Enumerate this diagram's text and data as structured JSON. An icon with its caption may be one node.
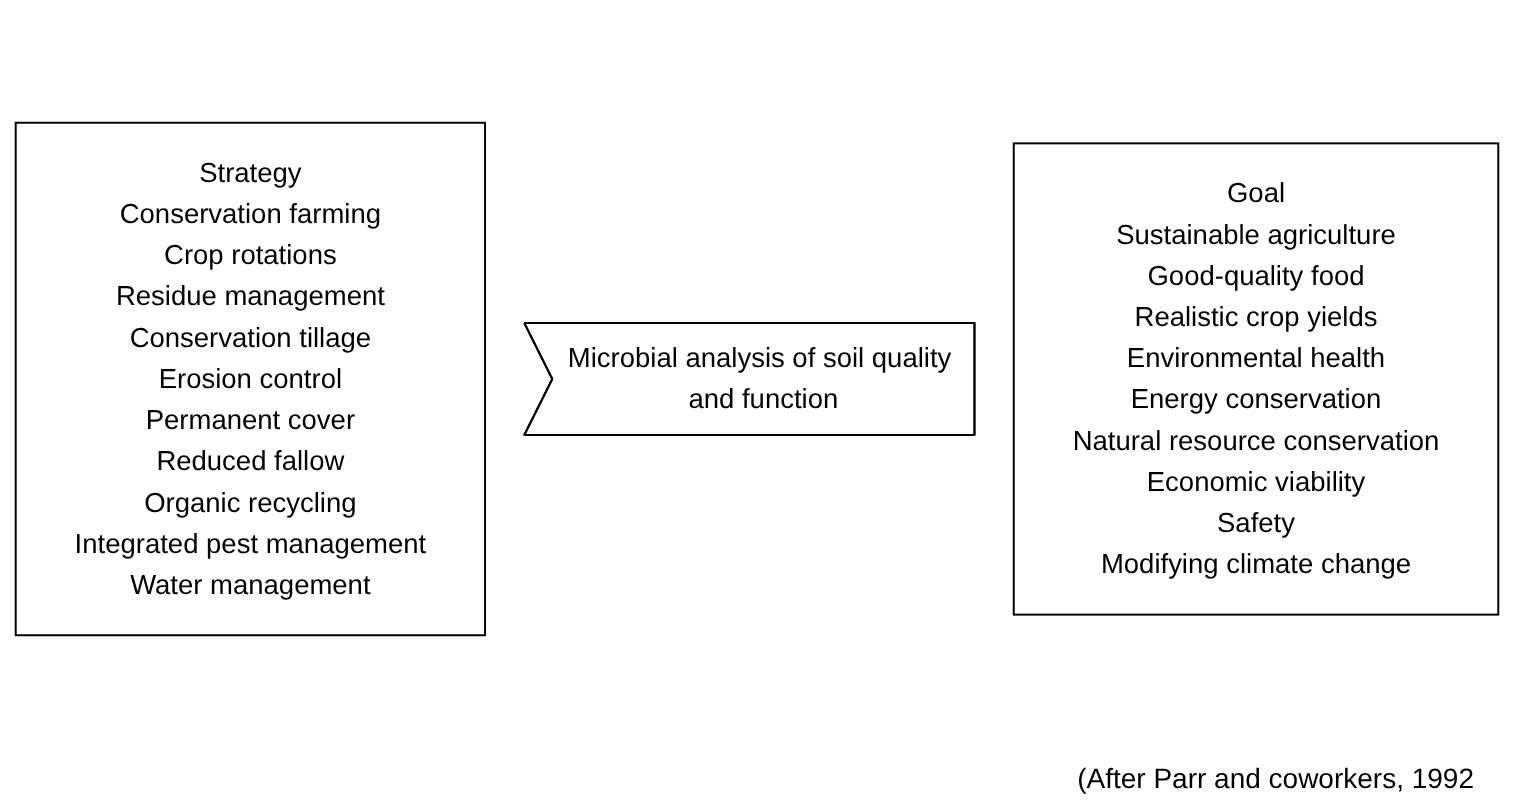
{
  "diagram": {
    "nodes": [
      {
        "text": [
          "Strategy",
          "Conservation farming",
          "Crop rotations",
          "Residue management",
          "Conservation tillage",
          "Erosion control",
          "Permanent cover",
          "Reduced fallow",
          "Organic recycling",
          "Integrated pest management",
          "Water management"
        ]
      },
      {
        "text": [
          "Microbial analysis of soil quality and function"
        ]
      },
      {
        "text": [
          "Goal",
          "Sustainable agriculture",
          "Good-quality food",
          "Realistic crop yields",
          "Environmental health",
          "Energy conservation",
          "Natural resource conservation",
          "Economic viability",
          "Safety",
          "Modifying climate change"
        ]
      }
    ],
    "caption": "(After Parr and coworkers, 1992"
  }
}
